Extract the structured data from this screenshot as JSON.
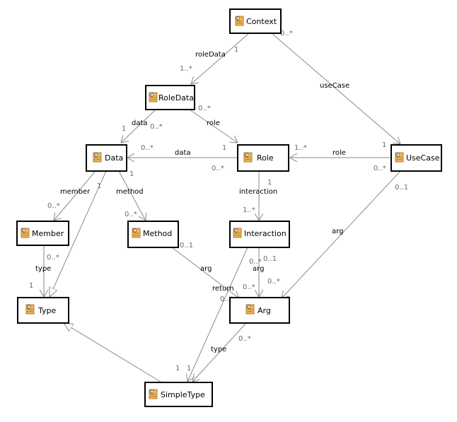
{
  "classes": {
    "context": "Context",
    "roledata": "RoleData",
    "data": "Data",
    "role": "Role",
    "usecase": "UseCase",
    "member": "Member",
    "method": "Method",
    "interaction": "Interaction",
    "type": "Type",
    "arg": "Arg",
    "simpletype": "SimpleType"
  },
  "class_icon": "class-icon",
  "edges": {
    "context_roledata": {
      "name": "roleData",
      "source_mult": "1",
      "target_mult": "1..*"
    },
    "context_usecase": {
      "name": "useCase",
      "source_mult": "0..*",
      "target_mult": "1"
    },
    "roledata_data": {
      "name": "data",
      "source_mult": "0..*",
      "target_mult": "1"
    },
    "roledata_role": {
      "name": "role",
      "source_mult": "0..*",
      "target_mult": "1"
    },
    "role_data": {
      "name": "data",
      "source_mult": "0..*",
      "target_mult": "0..*"
    },
    "usecase_role": {
      "name": "role",
      "source_mult": "0..*",
      "target_mult": "1..*"
    },
    "data_member": {
      "name": "member",
      "source_mult": "",
      "target_mult": "0..*"
    },
    "data_method": {
      "name": "method",
      "source_mult": "1",
      "target_mult": "0..*"
    },
    "data_type": {
      "name": "",
      "source_mult": "1",
      "target_mult": ""
    },
    "role_interaction": {
      "name": "interaction",
      "source_mult": "1",
      "target_mult": "1..*"
    },
    "member_type": {
      "name": "type",
      "source_mult": "0..*",
      "target_mult": "1"
    },
    "method_arg": {
      "name": "arg",
      "source_mult": "0..1",
      "target_mult": "0..*"
    },
    "interaction_arg": {
      "name": "arg",
      "source_mult": "0..1",
      "target_mult": "0..*"
    },
    "interaction_simpletype": {
      "name": "return",
      "source_mult": "0..*",
      "target_mult": "1"
    },
    "usecase_arg": {
      "name": "arg",
      "source_mult": "0..1",
      "target_mult": ""
    },
    "arg_simpletype": {
      "name": "type",
      "source_mult": "0..*",
      "target_mult": "1"
    },
    "simpletype_type": {
      "name": "",
      "source_mult": "",
      "target_mult": "0..*"
    }
  }
}
